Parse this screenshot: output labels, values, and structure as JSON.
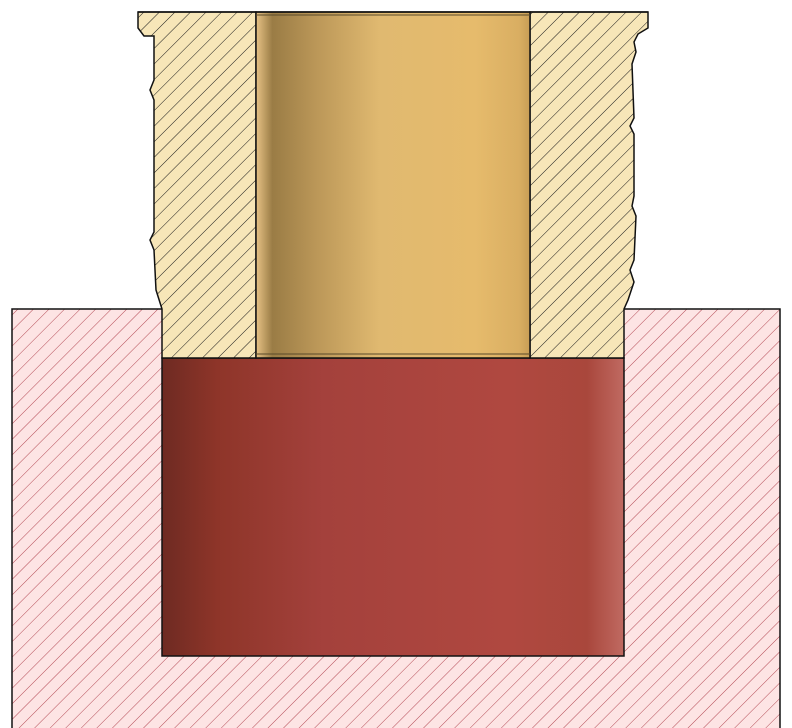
{
  "diagram": {
    "view": "section-view",
    "parts": [
      {
        "name": "insert-bushing",
        "section": "hatched",
        "material": "brass",
        "hatch_color": "#f7e6b8"
      },
      {
        "name": "insert-bore",
        "section": "unsectioned",
        "material": "brass"
      },
      {
        "name": "base-block",
        "section": "hatched",
        "hatch_color": "#fde4e4"
      },
      {
        "name": "pocket-cavity",
        "section": "unsectioned",
        "material": "red"
      }
    ],
    "colors": {
      "brass_hatch_fill": "#f7e6b8",
      "block_hatch_fill": "#fde4e4",
      "hatch_line": "#1a1a1a",
      "block_hatch_line": "#b44a55",
      "cavity_red": "#b0443f",
      "bore_gold": "#e2b86e"
    }
  }
}
